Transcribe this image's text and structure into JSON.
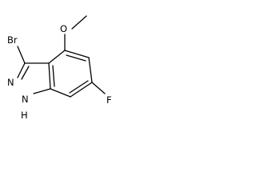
{
  "molecule": {
    "atom_labels": {
      "bromine": "Br",
      "oxygen": "O",
      "fluorine": "F",
      "ring_nitrogen": "N",
      "nh_nitrogen": "N",
      "nh_hydrogen": "H"
    }
  }
}
